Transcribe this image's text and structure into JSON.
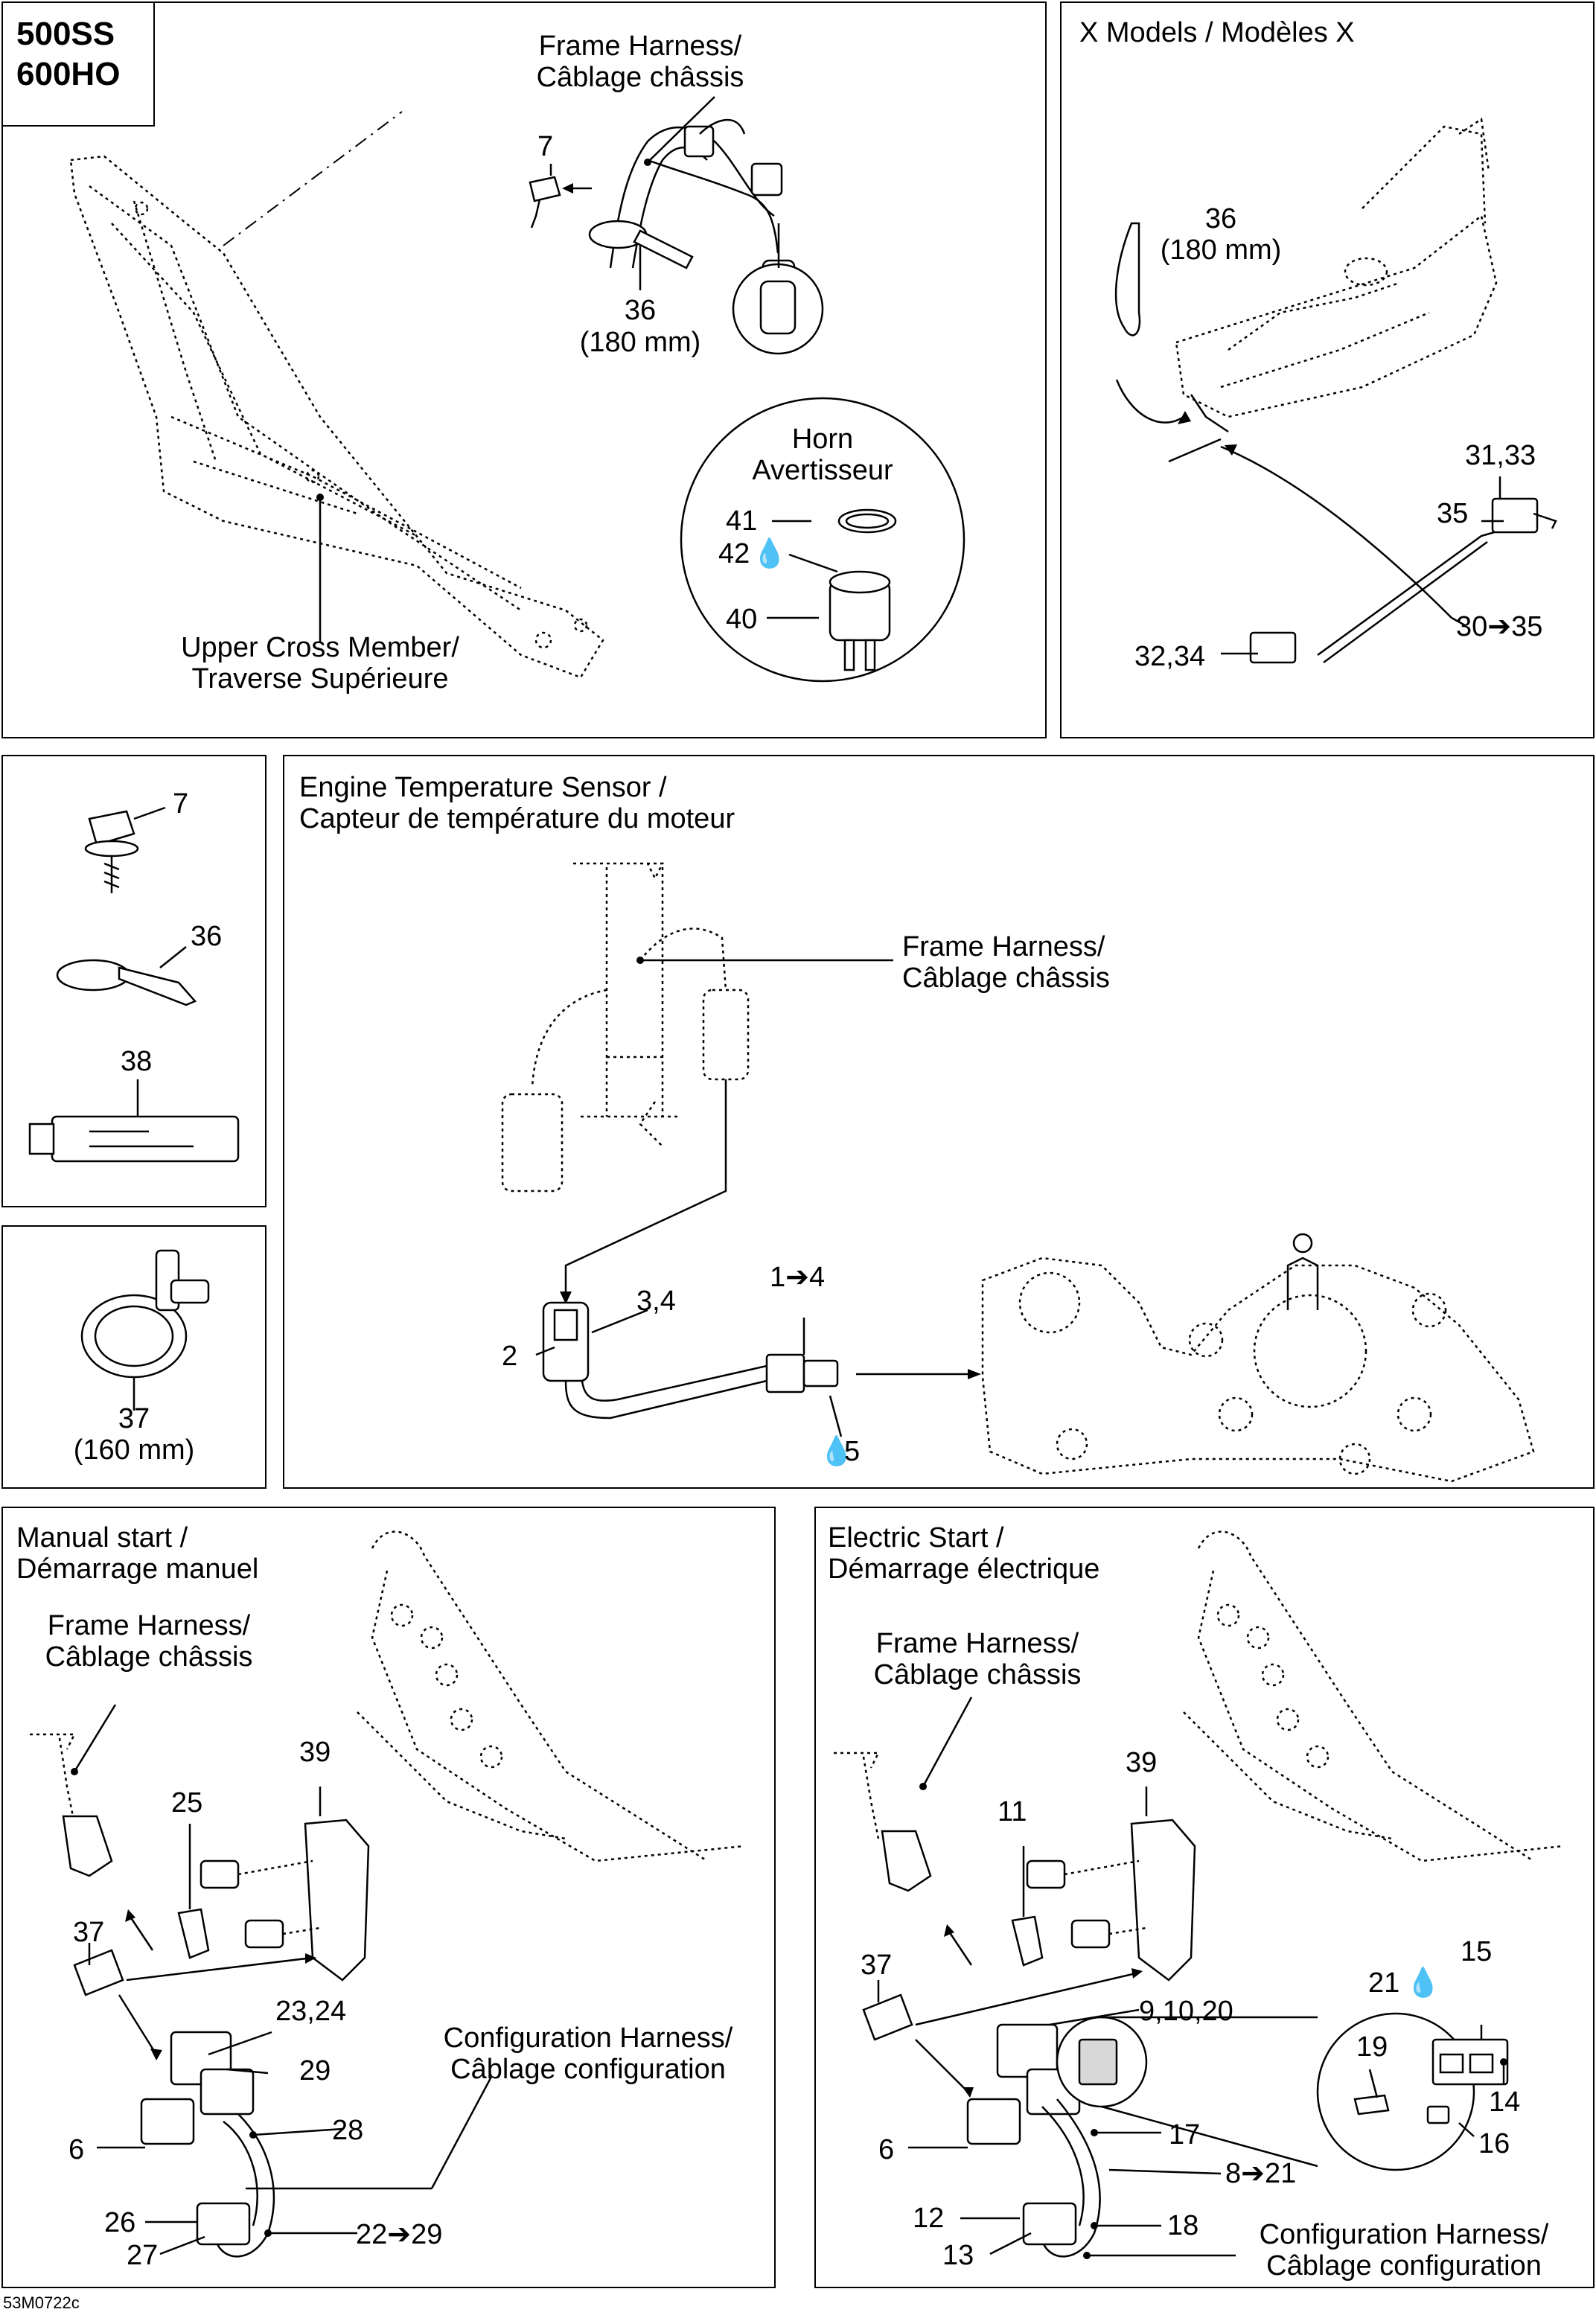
{
  "model_box": {
    "line1": "500SS",
    "line2": "600HO"
  },
  "panel_main": {
    "frame_harness": {
      "en": "Frame Harness/",
      "fr": "Câblage châssis"
    },
    "callouts": {
      "screw": "7",
      "tie": "36",
      "tie_size": "(180 mm)"
    },
    "horn": {
      "en": "Horn",
      "fr": "Avertisseur",
      "c41": "41",
      "c42": "42",
      "c40": "40"
    },
    "cross_member": {
      "en": "Upper Cross Member/",
      "fr": "Traverse Supérieure"
    }
  },
  "panel_x": {
    "title": "X Models / Modèles X",
    "c36": "36",
    "c36_size": "(180 mm)",
    "c31_33": "31,33",
    "c35": "35",
    "c30_35": "30➔35",
    "c32_34": "32,34"
  },
  "panel_parts": {
    "c7": "7",
    "c36": "36",
    "c38": "38"
  },
  "panel_clamp": {
    "c37": "37",
    "c37_size": "(160 mm)"
  },
  "panel_temp": {
    "title_en": "Engine Temperature Sensor /",
    "title_fr": "Capteur de température du moteur",
    "frame_harness": {
      "en": "Frame Harness/",
      "fr": "Câblage châssis"
    },
    "c3_4": "3,4",
    "c2": "2",
    "c1_4": "1➔4",
    "c5": "5"
  },
  "panel_manual": {
    "title_en": "Manual start /",
    "title_fr": "Démarrage manuel",
    "frame_harness": {
      "en": "Frame Harness/",
      "fr": "Câblage châssis"
    },
    "c39": "39",
    "c25": "25",
    "c37": "37",
    "c23_24": "23,24",
    "c29": "29",
    "c6": "6",
    "c28": "28",
    "c26": "26",
    "c27": "27",
    "c22_29": "22➔29",
    "config": {
      "en": "Configuration Harness/",
      "fr": "Câblage configuration"
    }
  },
  "panel_electric": {
    "title_en": "Electric Start /",
    "title_fr": "Démarrage électrique",
    "frame_harness": {
      "en": "Frame Harness/",
      "fr": "Câblage châssis"
    },
    "c39": "39",
    "c11": "11",
    "c37": "37",
    "c9_10_20": "9,10,20",
    "c15": "15",
    "c21": "21",
    "c19": "19",
    "c14": "14",
    "c16": "16",
    "c6": "6",
    "c17": "17",
    "c8_21": "8➔21",
    "c12": "12",
    "c18": "18",
    "c13": "13",
    "config": {
      "en": "Configuration Harness/",
      "fr": "Câblage configuration"
    }
  },
  "footer_code": "53M0722c"
}
